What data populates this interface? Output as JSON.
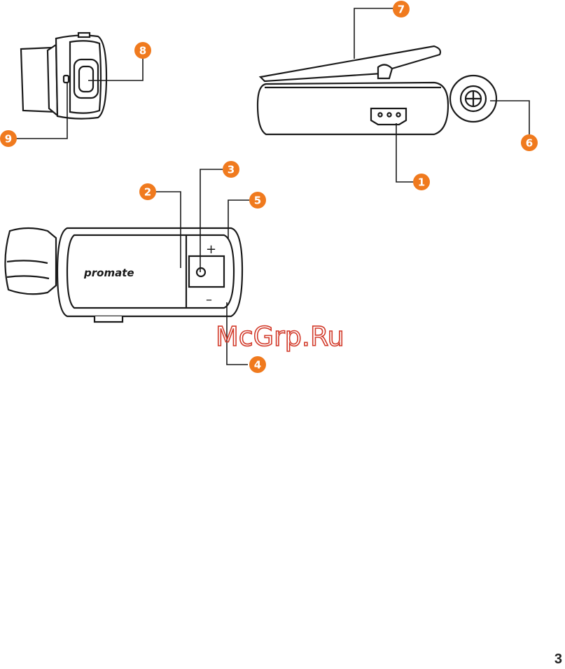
{
  "colors": {
    "callout": "#f07a1e",
    "line": "#1a1a1a",
    "watermark": "#d23a2a"
  },
  "callouts": [
    {
      "id": "1",
      "label": "1"
    },
    {
      "id": "2",
      "label": "2"
    },
    {
      "id": "3",
      "label": "3"
    },
    {
      "id": "4",
      "label": "4"
    },
    {
      "id": "5",
      "label": "5"
    },
    {
      "id": "6",
      "label": "6"
    },
    {
      "id": "7",
      "label": "7"
    },
    {
      "id": "8",
      "label": "8"
    },
    {
      "id": "9",
      "label": "9"
    }
  ],
  "device": {
    "brand_logo": "promate",
    "plus_symbol": "+",
    "minus_symbol": "–"
  },
  "watermark": "McGrp.Ru",
  "page_number": "3"
}
